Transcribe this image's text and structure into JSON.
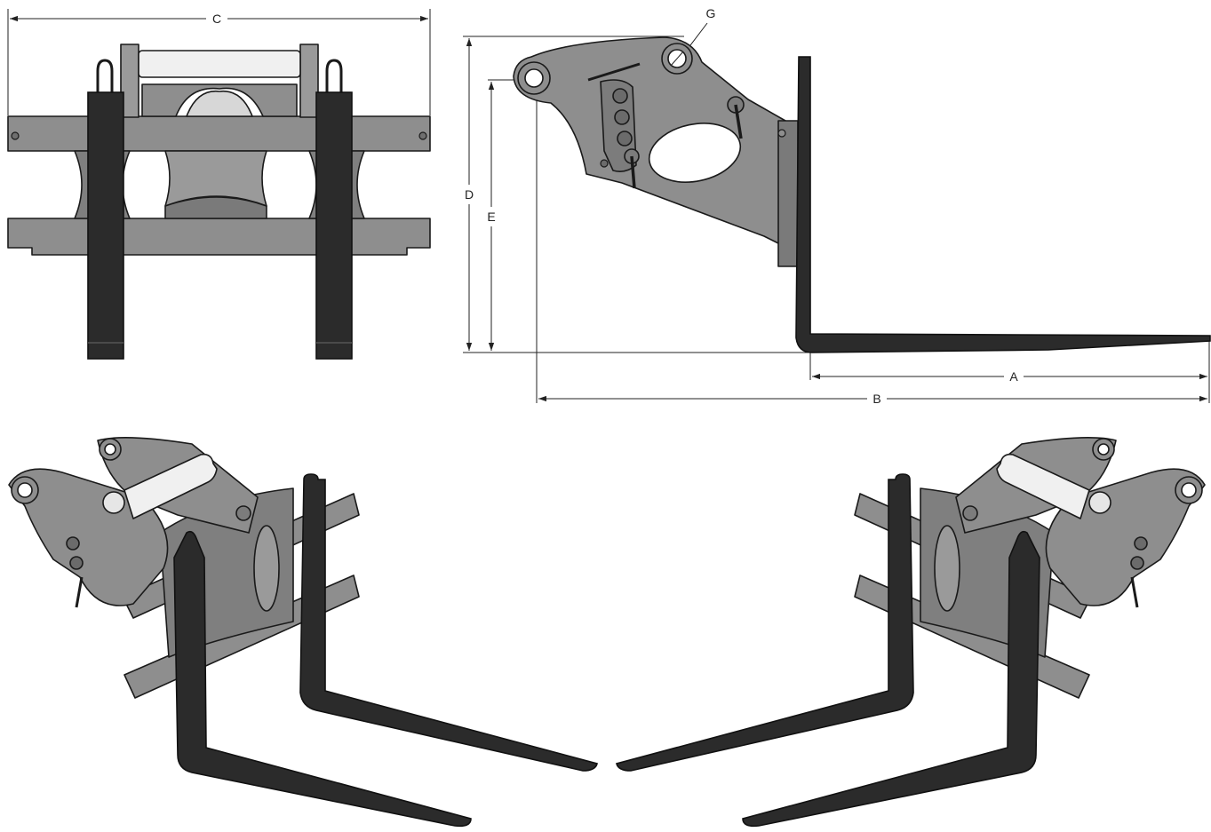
{
  "colors": {
    "frame": "#8e8e8e",
    "frame_dark": "#6f6f6f",
    "fork": "#2b2b2b",
    "fork_edge": "#111111",
    "outline": "#1a1a1a",
    "roller": "#f0f0f0",
    "background": "#ffffff",
    "dimension": "#222222"
  },
  "dimensions": {
    "A": "A",
    "B": "B",
    "C": "C",
    "D": "D",
    "E": "E",
    "G": "G"
  },
  "views": {
    "front": "front-view",
    "side": "side-view",
    "iso_left": "isometric-left-view",
    "iso_right": "isometric-right-view"
  }
}
